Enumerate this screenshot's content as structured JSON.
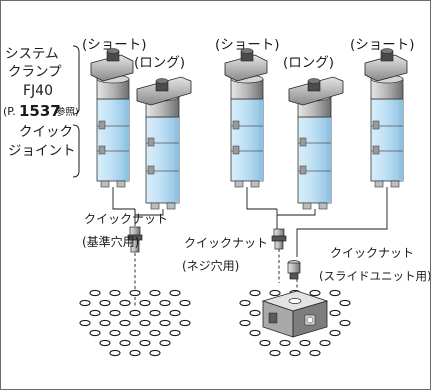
{
  "labels": {
    "short": "(ショート)",
    "long": "(ロング)",
    "system_clamp_line1": "システム",
    "system_clamp_line2": "クランプ",
    "system_clamp_line3": "FJ40",
    "page_ref_prefix": "(P.",
    "page_ref_number": "1537",
    "page_ref_suffix": "参照)",
    "quick_joint_line1": "クイック",
    "quick_joint_line2": "ジョイント",
    "quick_nut": "クイックナット",
    "ref_hole_use": "(基準穴用)",
    "screw_hole_use": "(ネジ穴用)",
    "slide_unit_use": "(スライドユニット用)"
  },
  "colors": {
    "cylinder_body": "#bfe0f4",
    "cylinder_shade": "#8fc3e3",
    "metal": "#8c8c8c",
    "metal_dark": "#3c3c3c",
    "line": "#1a1a1a"
  }
}
